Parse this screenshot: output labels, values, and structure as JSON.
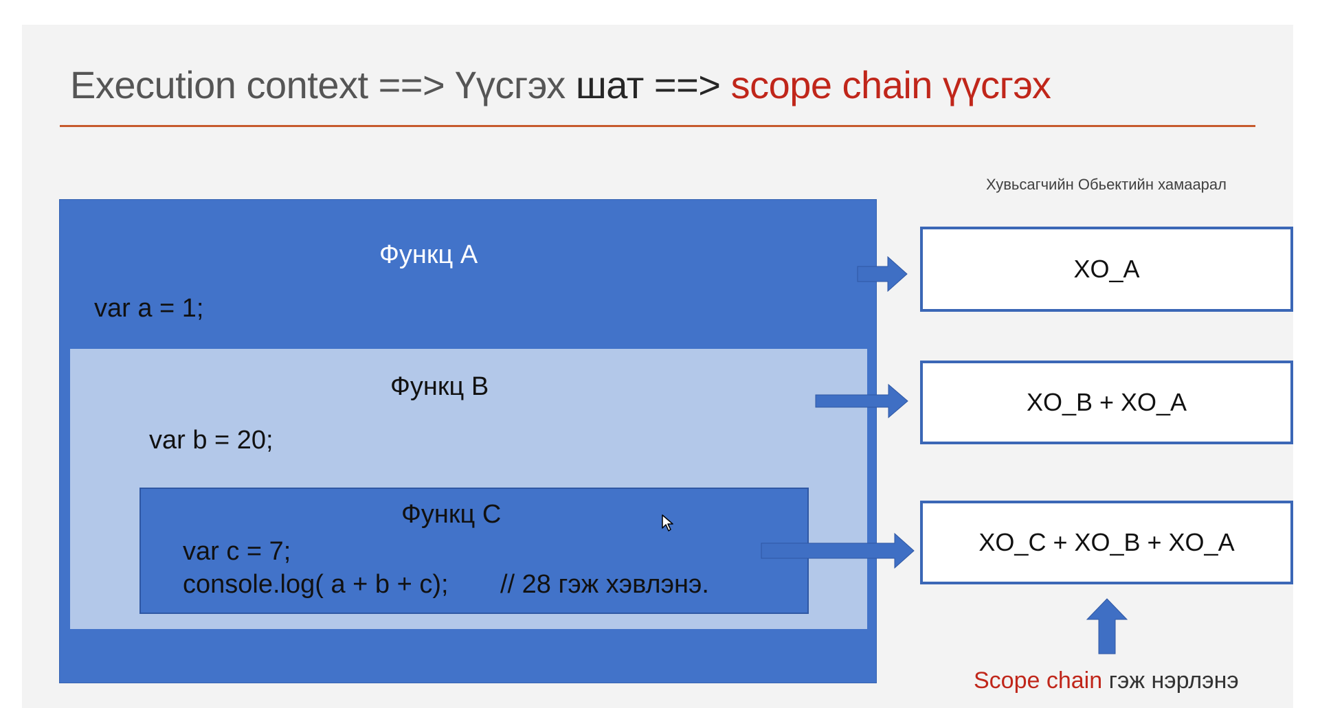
{
  "title": {
    "part1": "Execution context ==> Үүсгэх ",
    "part2": "шат ==> ",
    "part3": "scope chain үүсгэх"
  },
  "caption": "Хувьсагчийн Обьектийн хамаарал",
  "function_a": {
    "title": "Функц A",
    "code": "var a = 1;"
  },
  "function_b": {
    "title": "Функц B",
    "code": "var b = 20;"
  },
  "function_c": {
    "title": "Функц C",
    "code_line1": "var c = 7;",
    "code_line2": "console.log( a + b + c);",
    "comment": "// 28 гэж хэвлэнэ."
  },
  "variable_objects": {
    "a": "XO_A",
    "b": "XO_B + XO_A",
    "c": "XO_C + XO_B + XO_A"
  },
  "footer": {
    "highlight": "Scope chain",
    "rest": " гэж нэрлэнэ"
  },
  "colors": {
    "dark_blue": "#4273c9",
    "light_blue": "#b3c8e9",
    "accent_red": "#c0261a",
    "rule_orange": "#c65a2c",
    "arrow_blue": "#3f6fc4"
  },
  "icons": {
    "arrow_right": "arrow-right-icon",
    "arrow_up": "arrow-up-icon",
    "cursor": "mouse-cursor-icon"
  }
}
